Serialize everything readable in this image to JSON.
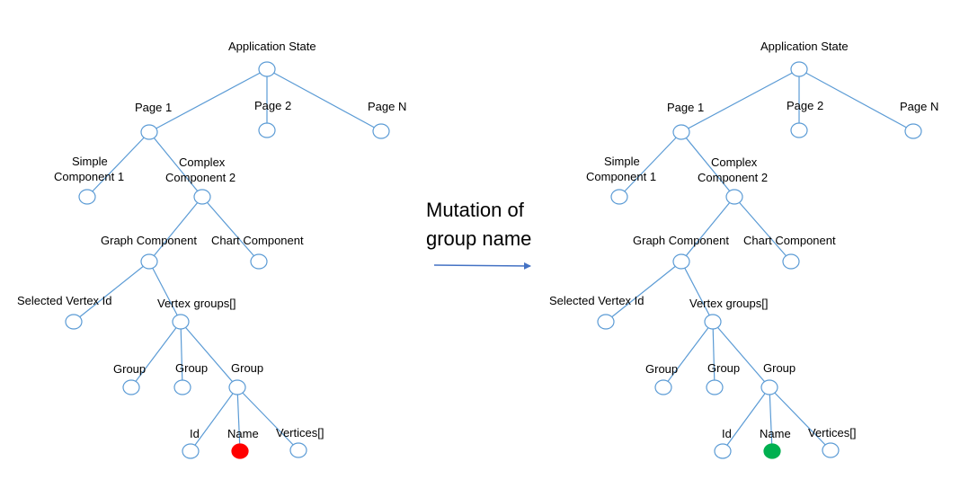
{
  "colors": {
    "line": "#5b9bd5",
    "node_fill": "#ffffff",
    "node_stroke": "#5b9bd5",
    "highlight_before": "#ff0000",
    "highlight_after": "#00b050",
    "arrow": "#4472c4"
  },
  "transition": {
    "line1": "Mutation of",
    "line2": "group name"
  },
  "tree": {
    "labels": {
      "root": "Application State",
      "page1": "Page 1",
      "page2": "Page 2",
      "pageN": "Page N",
      "simple_line1": "Simple",
      "simple_line2": "Component 1",
      "complex_line1": "Complex",
      "complex_line2": "Component 2",
      "graph": "Graph Component",
      "chart": "Chart Component",
      "selected": "Selected Vertex Id",
      "vgroups": "Vertex groups[]",
      "group_a": "Group",
      "group_b": "Group",
      "group_c": "Group",
      "id": "Id",
      "name": "Name",
      "vertices": "Vertices[]"
    }
  },
  "trees": [
    {
      "id": "before",
      "highlight": "Name",
      "highlight_color_key": "highlight_before"
    },
    {
      "id": "after",
      "highlight": "Name",
      "highlight_color_key": "highlight_after"
    }
  ]
}
